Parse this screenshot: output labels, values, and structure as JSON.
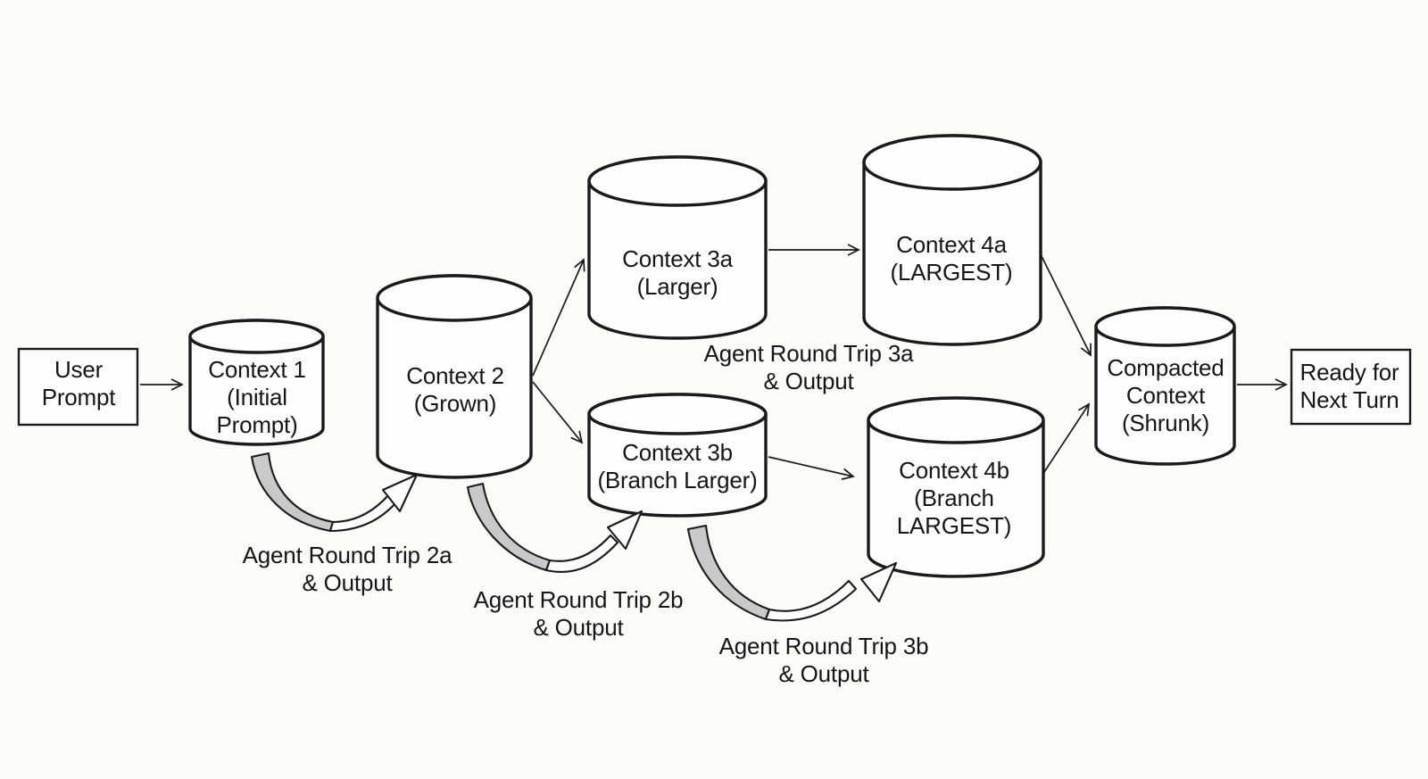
{
  "colors": {
    "background": "#fbfbf8",
    "ink": "#1a1a1a",
    "shape_fill": "#fdfdfc",
    "swoosh_gray": "#c9c9c9"
  },
  "nodes": {
    "user_prompt": "User\nPrompt",
    "context1": "Context 1\n(Initial\nPrompt)",
    "context2": "Context 2\n(Grown)",
    "context3a": "Context 3a\n(Larger)",
    "context4a": "Context 4a\n(LARGEST)",
    "context3b": "Context 3b\n(Branch Larger)",
    "context4b": "Context 4b\n(Branch\nLARGEST)",
    "compacted": "Compacted\nContext\n(Shrunk)",
    "ready": "Ready for\nNext Turn"
  },
  "edge_labels": {
    "rt2a": "Agent Round Trip 2a\n& Output",
    "rt2b": "Agent Round Trip 2b\n& Output",
    "rt3a": "Agent Round Trip 3a\n& Output",
    "rt3b": "Agent Round Trip 3b\n& Output"
  }
}
